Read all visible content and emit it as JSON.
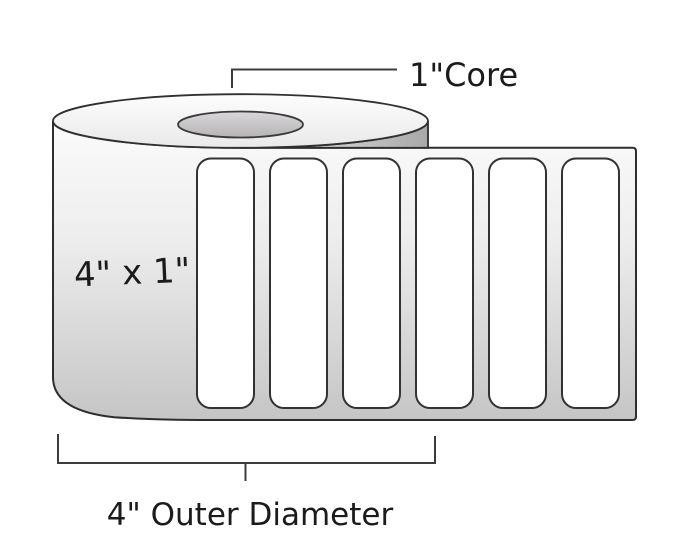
{
  "diagram": {
    "core_label": "1\"Core",
    "size_label": "4\" x 1\"",
    "outer_diameter_label": "4\" Outer Diameter",
    "measurements": {
      "core_diameter": "1\"",
      "label_size": "4\" x 1\"",
      "outer_diameter": "4\""
    },
    "label_count": 6,
    "colors": {
      "outline": "#2e2e2e",
      "text": "#1b1b1b",
      "roll_top_light": "#fdfdfd",
      "roll_top_dark": "#e9e9e9",
      "body_light": "#fbfbfb",
      "body_dark": "#c5c5c5",
      "wedge_light": "#e6e6e6",
      "wedge_dark": "#a8a8a8",
      "core_light": "#dad8da",
      "core_dark": "#b6b2b6",
      "label_fill": "#ffffff"
    }
  }
}
